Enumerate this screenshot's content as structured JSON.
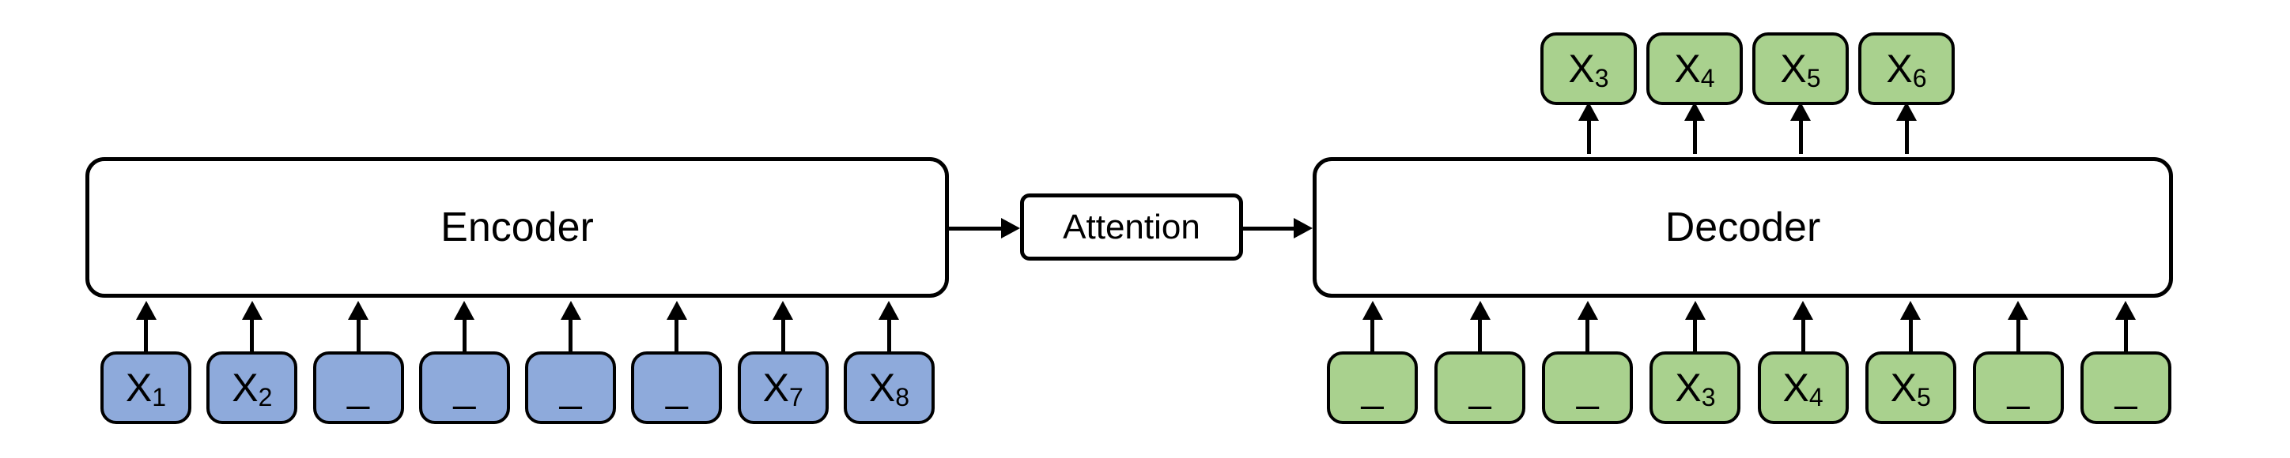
{
  "blocks": {
    "encoder_label": "Encoder",
    "attention_label": "Attention",
    "decoder_label": "Decoder"
  },
  "encoder_inputs": [
    {
      "base": "X",
      "sub": "1"
    },
    {
      "base": "X",
      "sub": "2"
    },
    {
      "base": "_",
      "sub": ""
    },
    {
      "base": "_",
      "sub": ""
    },
    {
      "base": "_",
      "sub": ""
    },
    {
      "base": "_",
      "sub": ""
    },
    {
      "base": "X",
      "sub": "7"
    },
    {
      "base": "X",
      "sub": "8"
    }
  ],
  "decoder_inputs": [
    {
      "base": "_",
      "sub": ""
    },
    {
      "base": "_",
      "sub": ""
    },
    {
      "base": "_",
      "sub": ""
    },
    {
      "base": "X",
      "sub": "3"
    },
    {
      "base": "X",
      "sub": "4"
    },
    {
      "base": "X",
      "sub": "5"
    },
    {
      "base": "_",
      "sub": ""
    },
    {
      "base": "_",
      "sub": ""
    }
  ],
  "decoder_outputs": [
    {
      "base": "X",
      "sub": "3"
    },
    {
      "base": "X",
      "sub": "4"
    },
    {
      "base": "X",
      "sub": "5"
    },
    {
      "base": "X",
      "sub": "6"
    }
  ],
  "colors": {
    "input_token_fill": "#8EAADB",
    "output_token_fill": "#A9D18E",
    "stroke": "#000000",
    "background": "#FFFFFF"
  }
}
